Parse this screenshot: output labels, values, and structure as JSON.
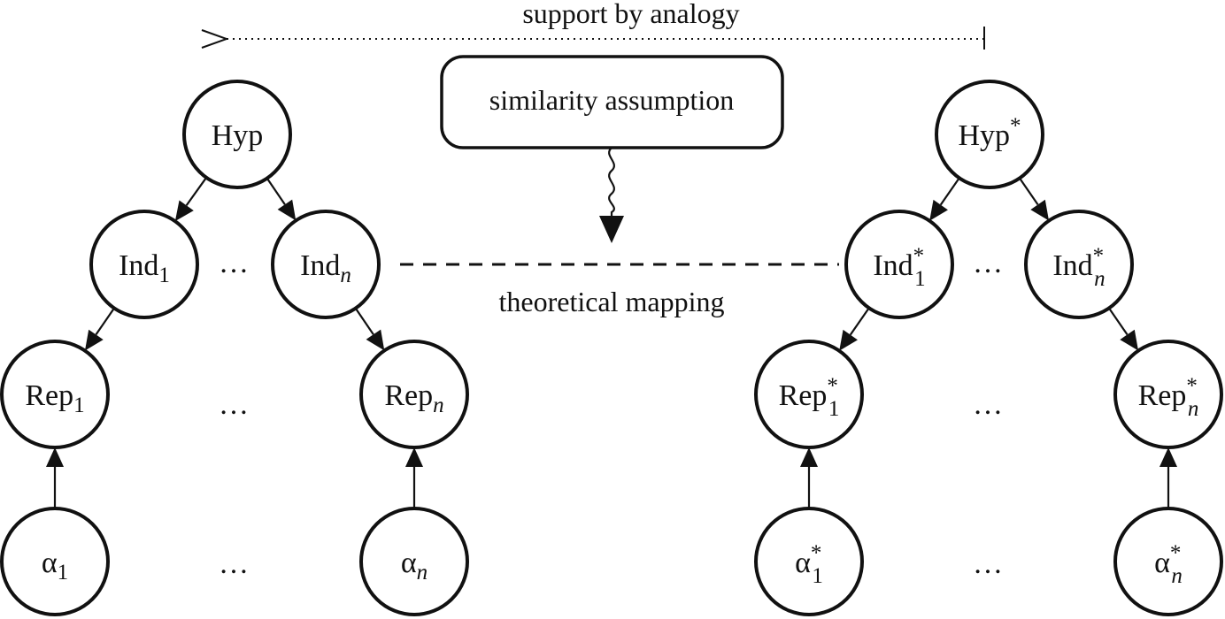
{
  "labels": {
    "support": "support by analogy",
    "similarity": "similarity assumption",
    "mapping": "theoretical mapping"
  },
  "ellipsis": "…",
  "nodes": {
    "hyp": {
      "base": "Hyp",
      "sup": "",
      "sub": ""
    },
    "ind_1": {
      "base": "Ind",
      "sup": "",
      "sub": "1"
    },
    "ind_n": {
      "base": "Ind",
      "sup": "",
      "sub": "n"
    },
    "rep_1": {
      "base": "Rep",
      "sup": "",
      "sub": "1"
    },
    "rep_n": {
      "base": "Rep",
      "sup": "",
      "sub": "n"
    },
    "alpha_1": {
      "base": "α",
      "sup": "",
      "sub": "1"
    },
    "alpha_n": {
      "base": "α",
      "sup": "",
      "sub": "n"
    },
    "hyp_s": {
      "base": "Hyp",
      "sup": "*",
      "sub": ""
    },
    "ind_1s": {
      "base": "Ind",
      "sup": "*",
      "sub": "1"
    },
    "ind_ns": {
      "base": "Ind",
      "sup": "*",
      "sub": "n"
    },
    "rep_1s": {
      "base": "Rep",
      "sup": "*",
      "sub": "1"
    },
    "rep_ns": {
      "base": "Rep",
      "sup": "*",
      "sub": "n"
    },
    "alpha_1s": {
      "base": "α",
      "sup": "*",
      "sub": "1"
    },
    "alpha_ns": {
      "base": "α",
      "sup": "*",
      "sub": "n"
    }
  }
}
